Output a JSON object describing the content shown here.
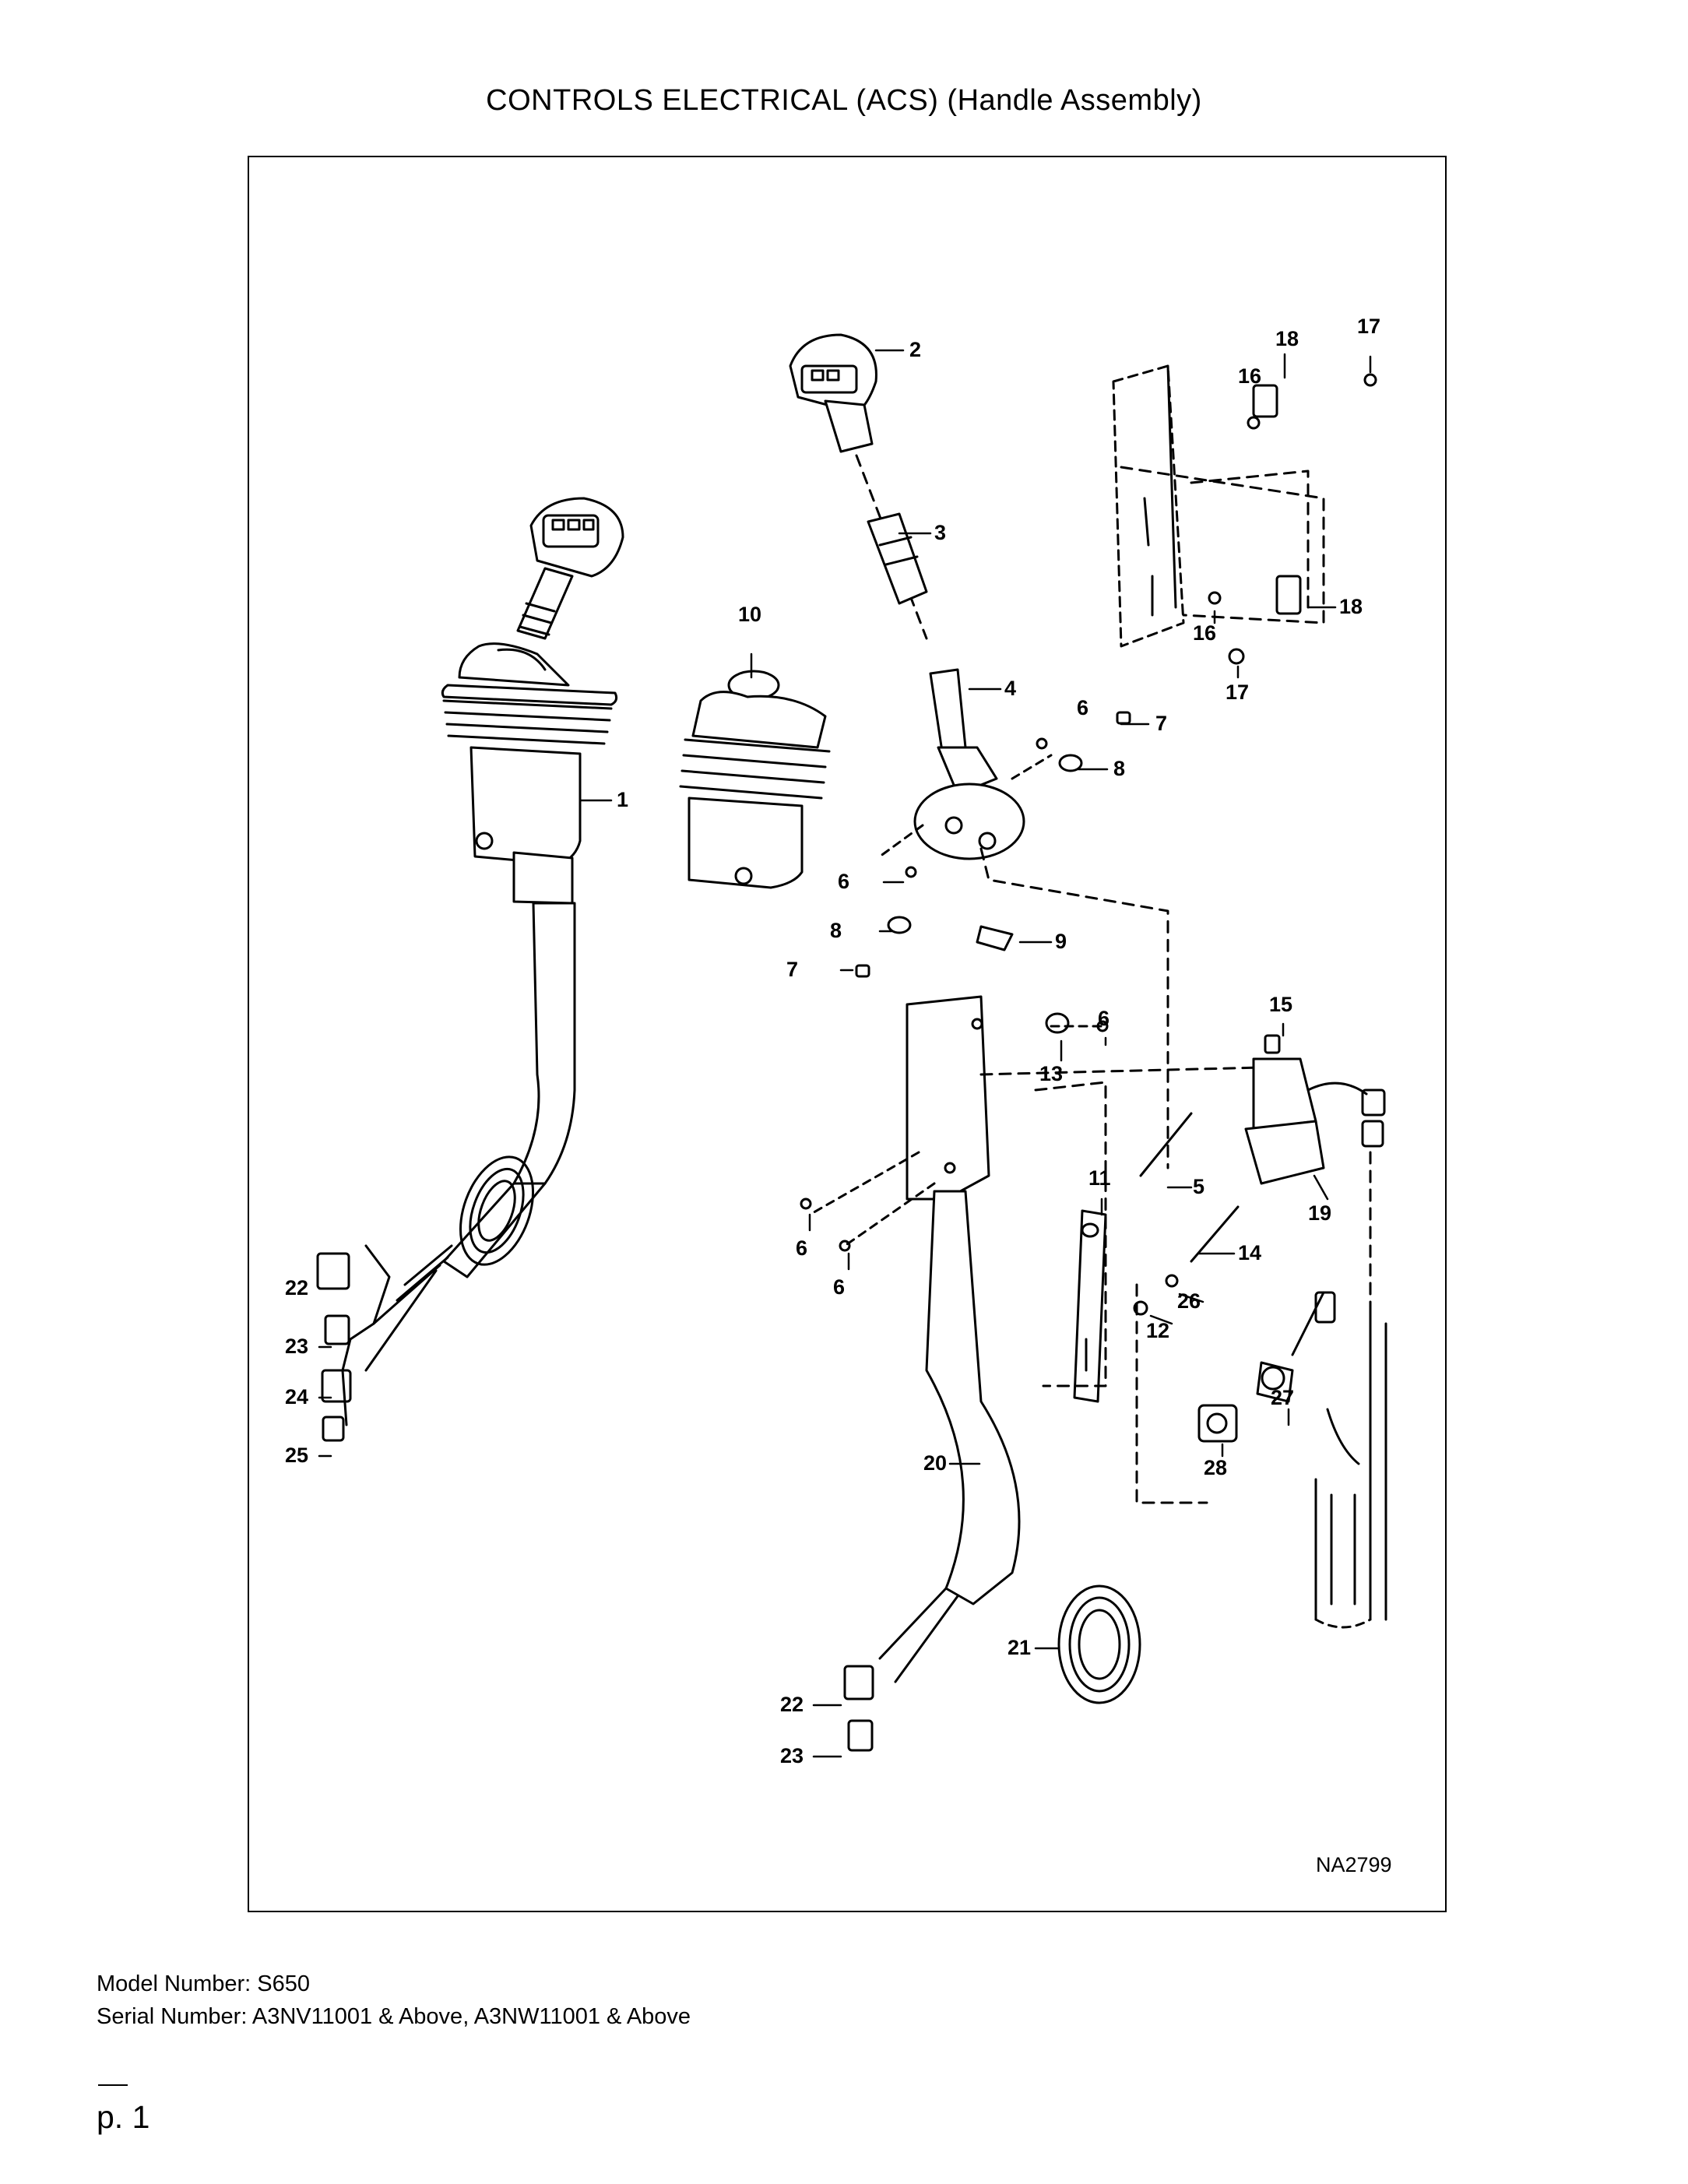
{
  "title": "CONTROLS ELECTRICAL (ACS) (Handle Assembly)",
  "drawing_id": "NA2799",
  "footer": {
    "model": "Model Number: S650",
    "serial": "Serial Number: A3NV11001 & Above, A3NW11001 & Above",
    "page": "p. 1"
  },
  "callouts": {
    "c1": "1",
    "c2": "2",
    "c3": "3",
    "c4": "4",
    "c5": "5",
    "c6a": "6",
    "c6b": "6",
    "c6c": "6",
    "c6d": "6",
    "c6e": "6",
    "c7a": "7",
    "c7b": "7",
    "c8a": "8",
    "c8b": "8",
    "c9": "9",
    "c10": "10",
    "c11": "11",
    "c12": "12",
    "c13": "13",
    "c14": "14",
    "c15": "15",
    "c16a": "16",
    "c16b": "16",
    "c17a": "17",
    "c17b": "17",
    "c18a": "18",
    "c18b": "18",
    "c19": "19",
    "c20": "20",
    "c21": "21",
    "c22a": "22",
    "c22b": "22",
    "c23a": "23",
    "c23b": "23",
    "c24": "24",
    "c25": "25",
    "c26": "26",
    "c27": "27",
    "c28": "28"
  }
}
